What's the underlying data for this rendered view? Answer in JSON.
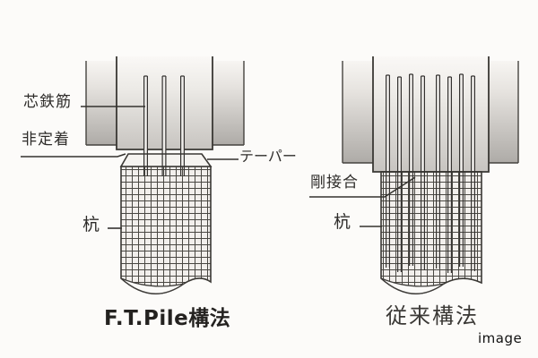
{
  "left_diagram": {
    "caption": "F.T.Pile構法",
    "label_core_rebar": "芯鉄筋",
    "label_non_anchored": "非定着",
    "label_taper": "テーパー",
    "label_pile": "杭",
    "rebar_count": 3
  },
  "right_diagram": {
    "caption": "従来構法",
    "label_rigid_joint": "剛接合",
    "label_pile": "杭",
    "rebar_count": 8
  },
  "watermark": "image",
  "colors": {
    "background": "#fcfbf9",
    "line": "#3f3d3a",
    "column_top": "#f6f4f1",
    "column_bottom": "#aeaba7",
    "inner_column_bottom": "#c7c4c0",
    "mesh_line": "#4a4843",
    "text": "#2e2c2a"
  }
}
